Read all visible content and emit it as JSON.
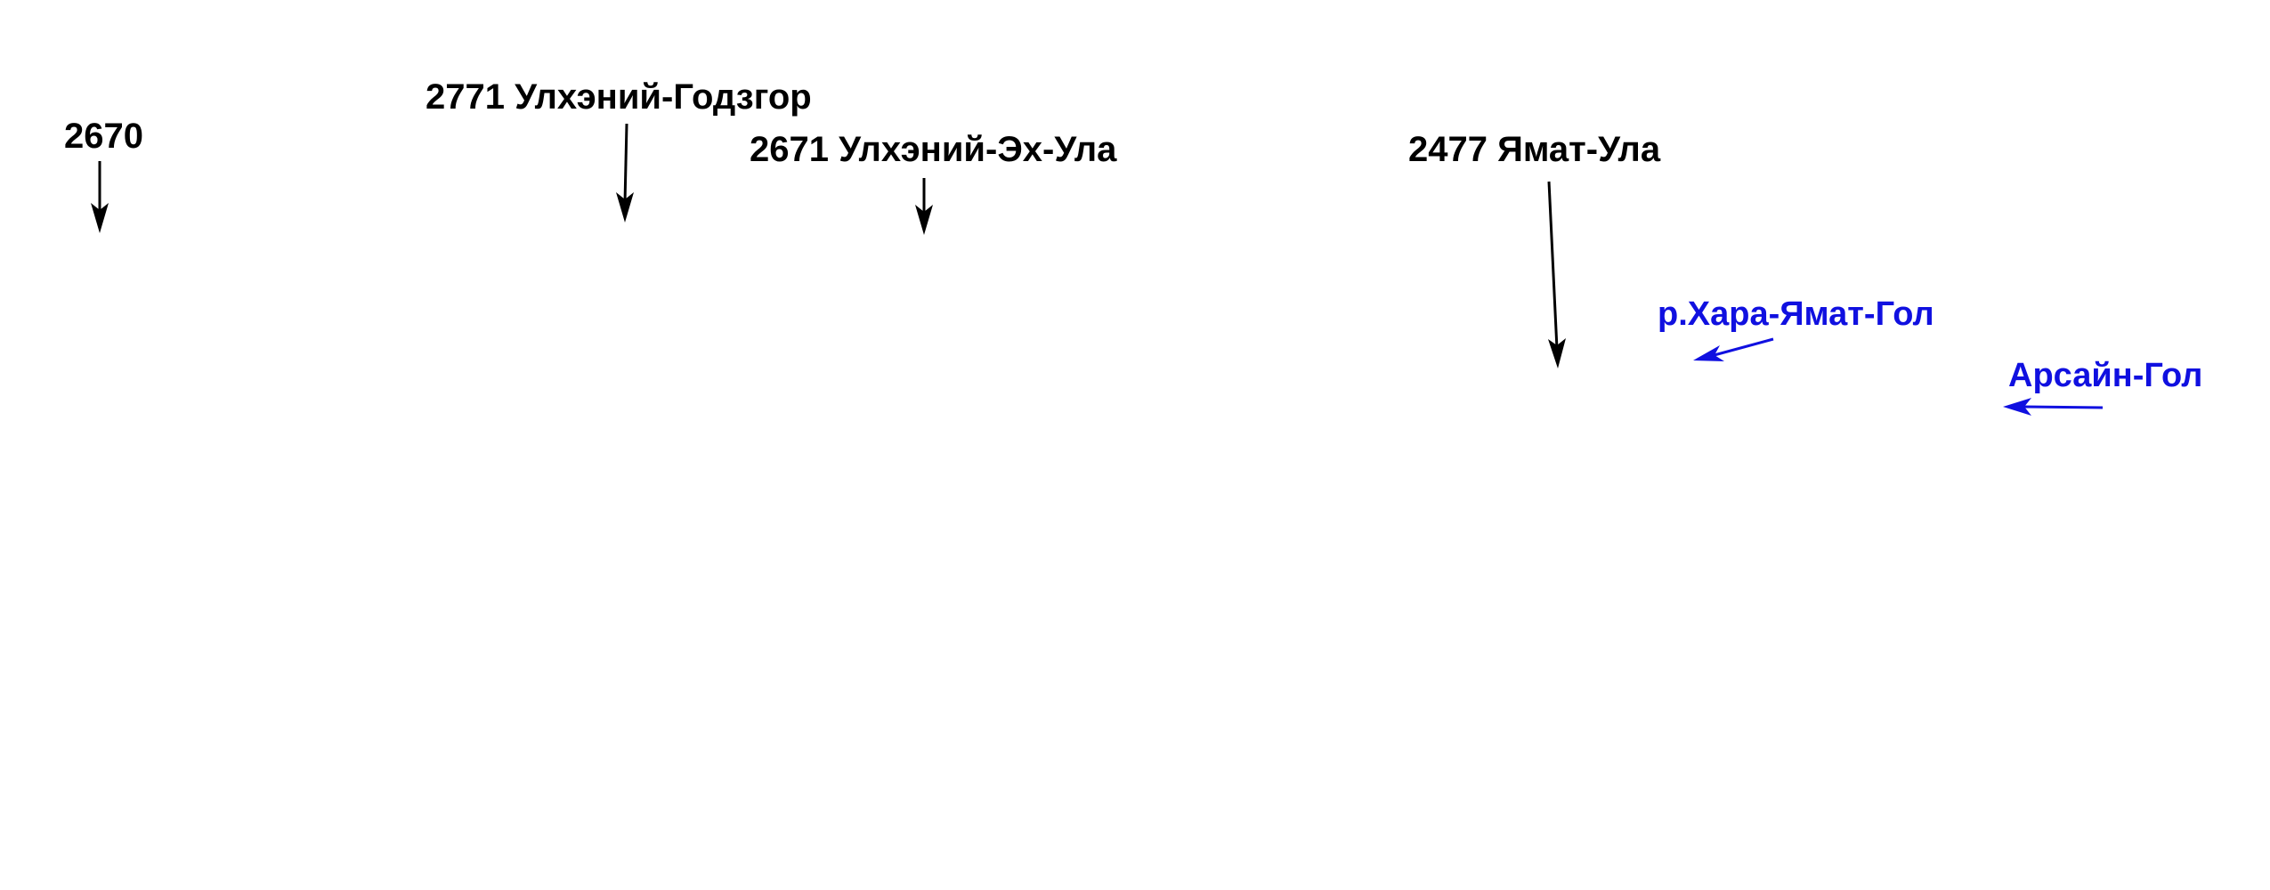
{
  "map": {
    "peaks": [
      {
        "id": "peak-2670",
        "text": "2670"
      },
      {
        "id": "peak-2771",
        "text": "2771 Улхэний-Годзгор"
      },
      {
        "id": "peak-2671",
        "text": "2671 Улхэний-Эх-Ула"
      },
      {
        "id": "peak-2477",
        "text": "2477 Ямат-Ула"
      }
    ],
    "rivers": [
      {
        "id": "river-khara-yamat",
        "text": "р.Хара-Ямат-Гол"
      },
      {
        "id": "river-arsain",
        "text": "Арсайн-Гол"
      }
    ],
    "colors": {
      "peak_label": "#000000",
      "river_label": "#1010e0",
      "background": "#ffffff"
    }
  }
}
